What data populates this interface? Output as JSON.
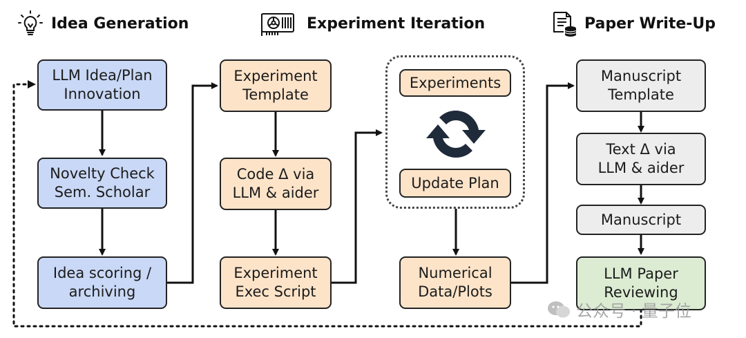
{
  "headers": {
    "idea": "Idea Generation",
    "experiment": "Experiment Iteration",
    "paper": "Paper Write-Up"
  },
  "idea_column": {
    "box1": [
      "LLM Idea/Plan",
      "Innovation"
    ],
    "box2": [
      "Novelty Check",
      "Sem. Scholar"
    ],
    "box3": [
      "Idea scoring /",
      "archiving"
    ]
  },
  "experiment_column": {
    "box1": [
      "Experiment",
      "Template"
    ],
    "box2": [
      "Code Δ via",
      "LLM & aider"
    ],
    "box3": [
      "Experiment",
      "Exec Script"
    ]
  },
  "iteration_group": {
    "experiments": "Experiments",
    "update_plan": "Update Plan",
    "results": [
      "Numerical",
      "Data/Plots"
    ]
  },
  "paper_column": {
    "box1": [
      "Manuscript",
      "Template"
    ],
    "box2": [
      "Text Δ via",
      "LLM & aider"
    ],
    "box3": "Manuscript",
    "box4": [
      "LLM Paper",
      "Reviewing"
    ]
  },
  "watermark": "公众号 · 量子位",
  "colors": {
    "idea": "#c9d8f6",
    "experiment": "#fde4c9",
    "paper": "#ededed",
    "review": "#dcecd3",
    "cycle_icon": "#1f2a3a"
  }
}
